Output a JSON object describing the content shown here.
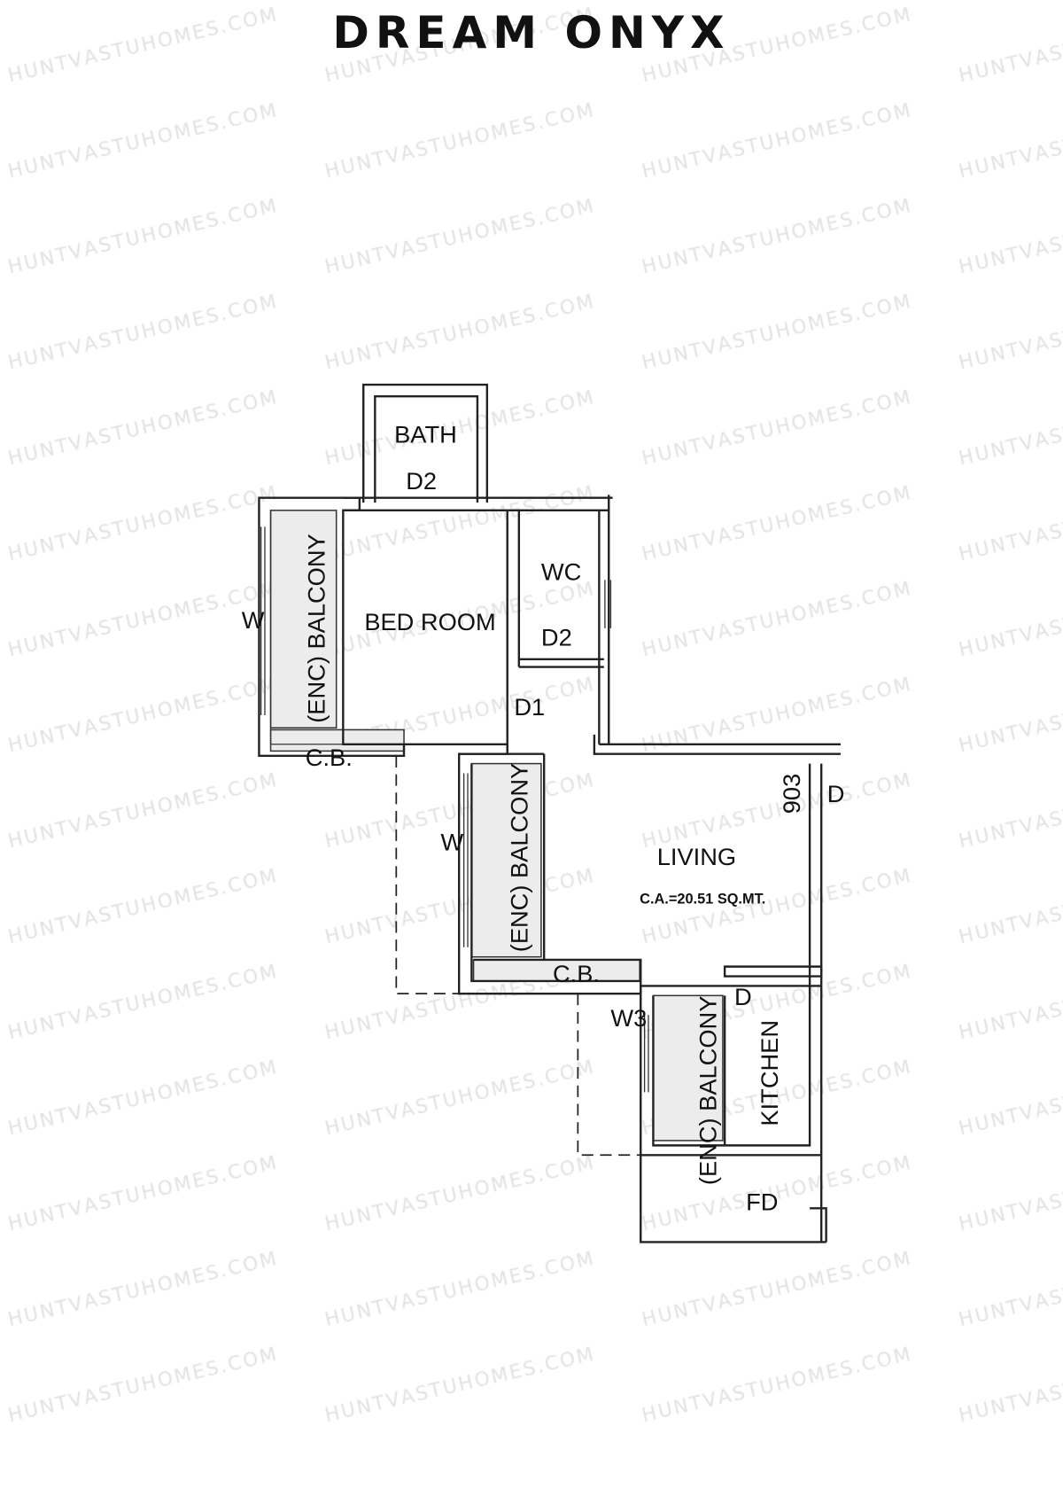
{
  "title": "DREAM ONYX",
  "watermark": "HUNTVASTUHOMES.COM",
  "rooms": {
    "bath": "BATH",
    "bath_door": "D2",
    "bedroom": "BED ROOM",
    "bedroom_balcony": "(ENC) BALCONY",
    "bedroom_balcony_window": "W",
    "bedroom_cb": "C.B.",
    "wc": "WC",
    "wc_door": "D2",
    "bedroom_door": "D1",
    "living_balcony": "(ENC) BALCONY",
    "living_balcony_window": "W",
    "living_cb": "C.B.",
    "living": "LIVING",
    "living_area": "C.A.=20.51 SQ.MT.",
    "flat_number": "903",
    "main_door": "D",
    "kitchen": "KITCHEN",
    "kitchen_balcony": "(ENC) BALCONY",
    "kitchen_window": "W3",
    "kitchen_door": "D",
    "fd": "FD"
  }
}
